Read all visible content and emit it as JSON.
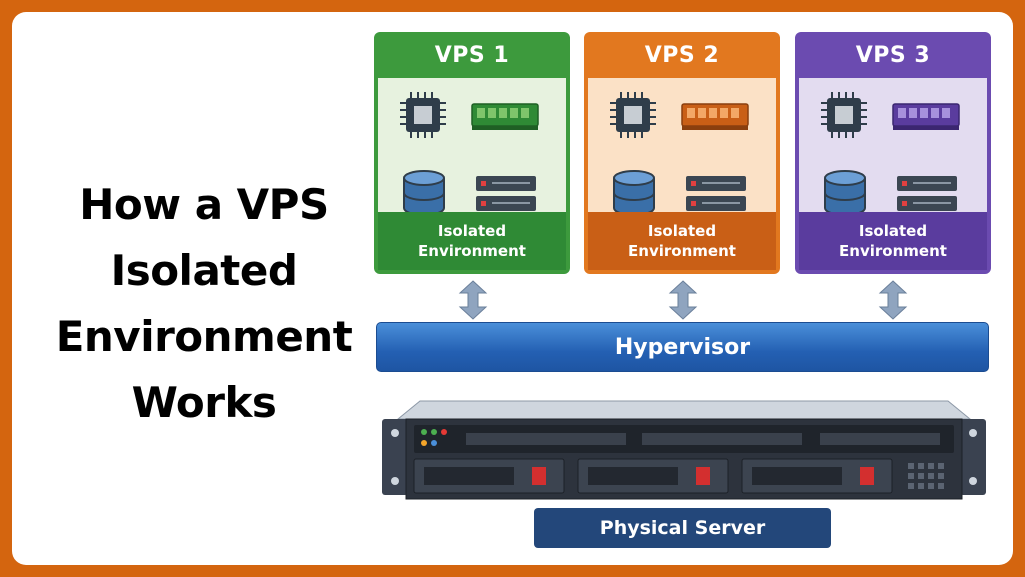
{
  "title": {
    "lines": [
      "How a VPS",
      "Isolated",
      "Environment",
      "Works"
    ]
  },
  "vps": [
    {
      "name": "VPS 1",
      "footer_line1": "Isolated",
      "footer_line2": "Environment",
      "color": "#3d9a3d",
      "light": "#e7f2df",
      "dark": "#2f8a35"
    },
    {
      "name": "VPS 2",
      "footer_line1": "Isolated",
      "footer_line2": "Environment",
      "color": "#e2781f",
      "light": "#fbe1c6",
      "dark": "#c95f16"
    },
    {
      "name": "VPS 3",
      "footer_line1": "Isolated",
      "footer_line2": "Environment",
      "color": "#6b4bb0",
      "light": "#e3dcf0",
      "dark": "#5a3c9e"
    }
  ],
  "hypervisor": {
    "label": "Hypervisor",
    "color": "#2f6cc0"
  },
  "server": {
    "label": "Physical Server",
    "label_color": "#23477a"
  },
  "icons": [
    "cpu-icon",
    "ram-icon",
    "database-icon",
    "drive-icon",
    "double-arrow-icon",
    "rack-server-icon"
  ],
  "colors": {
    "border": "#d4650f",
    "background": "#ffffff"
  }
}
